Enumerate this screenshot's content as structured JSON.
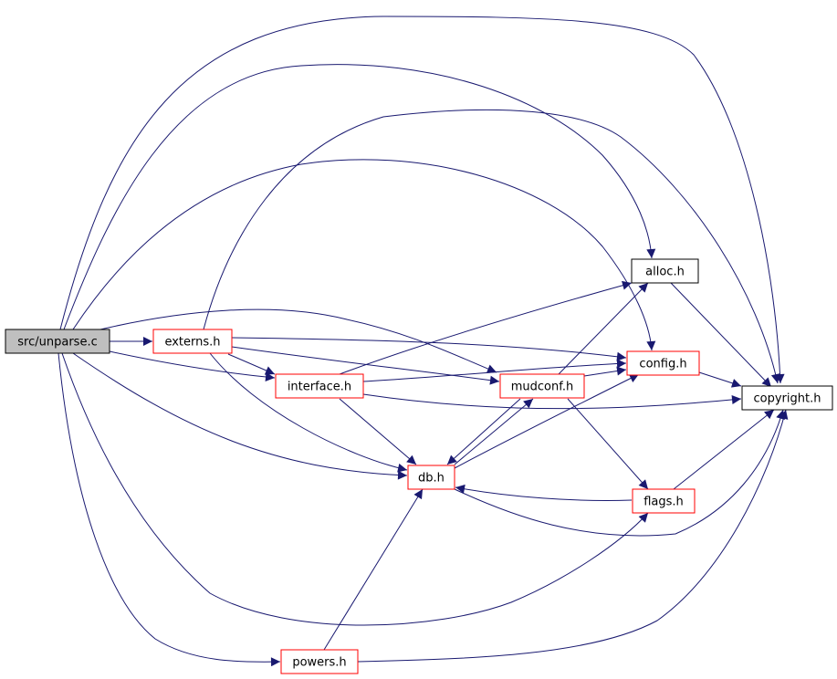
{
  "colors": {
    "edge": "#191970",
    "root_fill": "#bfbfbf",
    "root_stroke": "#000000",
    "documented_stroke": "#ff0000",
    "plain_stroke": "#000000"
  },
  "nodes": [
    {
      "id": "src/unparse.c",
      "label": "src/unparse.c",
      "kind": "root"
    },
    {
      "id": "externs.h",
      "label": "externs.h",
      "kind": "documented"
    },
    {
      "id": "interface.h",
      "label": "interface.h",
      "kind": "documented"
    },
    {
      "id": "db.h",
      "label": "db.h",
      "kind": "documented"
    },
    {
      "id": "mudconf.h",
      "label": "mudconf.h",
      "kind": "documented"
    },
    {
      "id": "config.h",
      "label": "config.h",
      "kind": "documented"
    },
    {
      "id": "alloc.h",
      "label": "alloc.h",
      "kind": "plain"
    },
    {
      "id": "copyright.h",
      "label": "copyright.h",
      "kind": "plain"
    },
    {
      "id": "flags.h",
      "label": "flags.h",
      "kind": "documented"
    },
    {
      "id": "powers.h",
      "label": "powers.h",
      "kind": "documented"
    }
  ],
  "edges": [
    {
      "from": "src/unparse.c",
      "to": "copyright.h"
    },
    {
      "from": "src/unparse.c",
      "to": "alloc.h"
    },
    {
      "from": "src/unparse.c",
      "to": "config.h"
    },
    {
      "from": "src/unparse.c",
      "to": "mudconf.h"
    },
    {
      "from": "src/unparse.c",
      "to": "externs.h"
    },
    {
      "from": "src/unparse.c",
      "to": "interface.h"
    },
    {
      "from": "src/unparse.c",
      "to": "db.h"
    },
    {
      "from": "src/unparse.c",
      "to": "flags.h"
    },
    {
      "from": "src/unparse.c",
      "to": "powers.h"
    },
    {
      "from": "externs.h",
      "to": "copyright.h"
    },
    {
      "from": "externs.h",
      "to": "config.h"
    },
    {
      "from": "externs.h",
      "to": "mudconf.h"
    },
    {
      "from": "externs.h",
      "to": "interface.h"
    },
    {
      "from": "externs.h",
      "to": "db.h"
    },
    {
      "from": "interface.h",
      "to": "alloc.h"
    },
    {
      "from": "interface.h",
      "to": "config.h"
    },
    {
      "from": "interface.h",
      "to": "copyright.h"
    },
    {
      "from": "interface.h",
      "to": "db.h"
    },
    {
      "from": "mudconf.h",
      "to": "alloc.h"
    },
    {
      "from": "mudconf.h",
      "to": "config.h"
    },
    {
      "from": "mudconf.h",
      "to": "db.h"
    },
    {
      "from": "mudconf.h",
      "to": "flags.h"
    },
    {
      "from": "db.h",
      "to": "mudconf.h"
    },
    {
      "from": "db.h",
      "to": "config.h"
    },
    {
      "from": "db.h",
      "to": "copyright.h"
    },
    {
      "from": "config.h",
      "to": "copyright.h"
    },
    {
      "from": "alloc.h",
      "to": "copyright.h"
    },
    {
      "from": "flags.h",
      "to": "copyright.h"
    },
    {
      "from": "flags.h",
      "to": "db.h"
    },
    {
      "from": "powers.h",
      "to": "db.h"
    },
    {
      "from": "powers.h",
      "to": "copyright.h"
    }
  ]
}
